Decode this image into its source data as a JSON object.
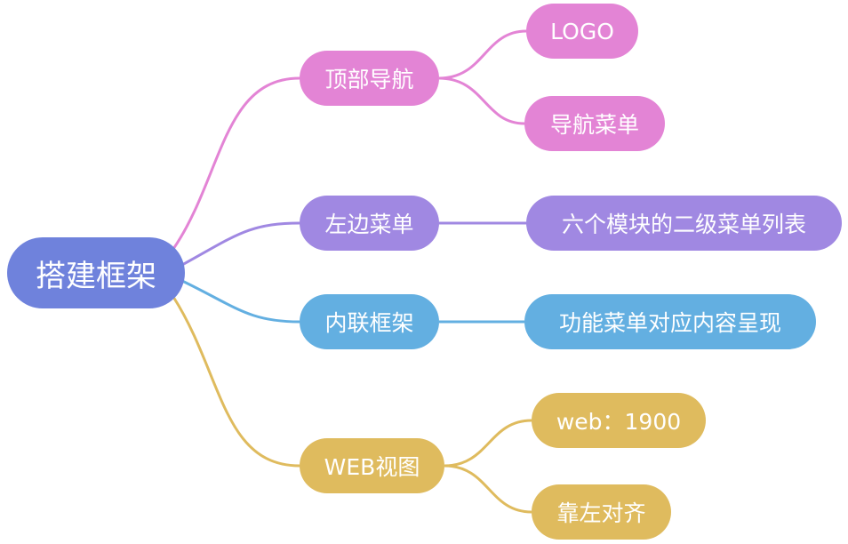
{
  "root": {
    "label": "搭建框架",
    "color": "#6f82dc"
  },
  "branches": [
    {
      "label": "顶部导航",
      "color": "#e384d5",
      "children": [
        {
          "label": "LOGO"
        },
        {
          "label": "导航菜单"
        }
      ]
    },
    {
      "label": "左边菜单",
      "color": "#a088e2",
      "children": [
        {
          "label": "六个模块的二级菜单列表"
        }
      ]
    },
    {
      "label": "内联框架",
      "color": "#63afe1",
      "children": [
        {
          "label": "功能菜单对应内容呈现"
        }
      ]
    },
    {
      "label": "WEB视图",
      "color": "#dfbb5e",
      "children": [
        {
          "label": "web：1900"
        },
        {
          "label": "靠左对齐"
        }
      ]
    }
  ]
}
